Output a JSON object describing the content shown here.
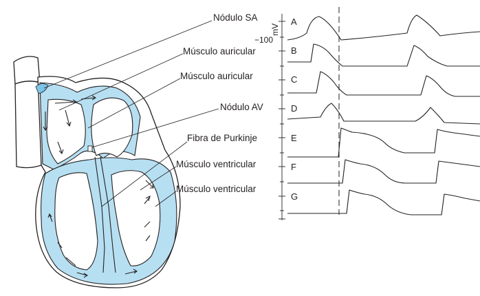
{
  "labels": {
    "sa_node": "Nódulo SA",
    "atrial_muscle_1": "Músculo auricular",
    "atrial_muscle_2": "Músculo auricular",
    "av_node": "Nódulo AV",
    "purkinje": "Fibra de Purkinje",
    "ventricular_muscle_1": "Músculo ventricular",
    "ventricular_muscle_2": "Músculo ventricular"
  },
  "scale": {
    "value": "−100",
    "unit": "mV"
  },
  "rows": [
    "A",
    "B",
    "C",
    "D",
    "E",
    "F",
    "G"
  ],
  "colors": {
    "tissue": "#b7dff2",
    "ink": "#231f20"
  }
}
